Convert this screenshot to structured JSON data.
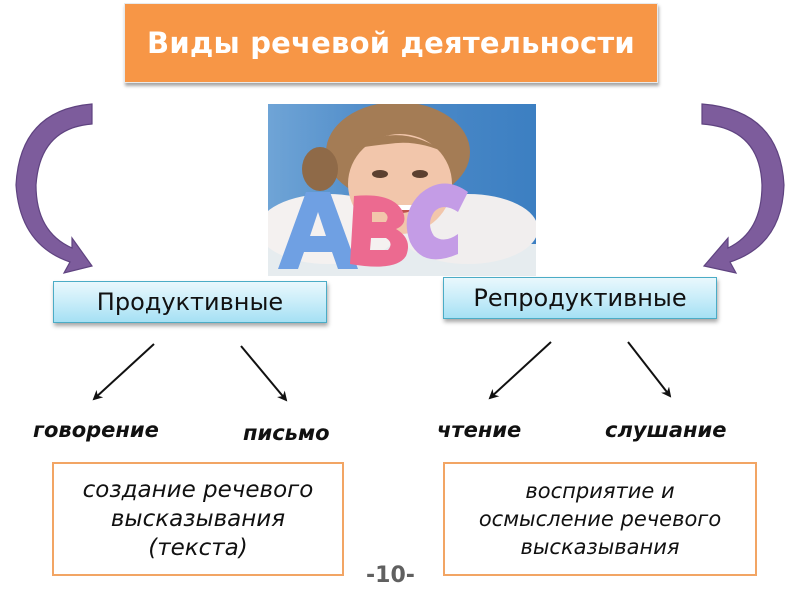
{
  "title": "Виды речевой деятельности",
  "colors": {
    "title_bg": "#f79646",
    "arrow_purple": "#7d5c9c",
    "category_border": "#4bacc6",
    "category_fill": "#b9e6f6",
    "desc_border": "#f2a564",
    "page_number": "#606060"
  },
  "image": {
    "description": "girl smiling behind foam letters ABC",
    "letters": [
      "A",
      "B",
      "C"
    ]
  },
  "categories": [
    {
      "label": "Продуктивные",
      "activities": [
        "говорение",
        "письмо"
      ],
      "description": [
        "создание речевого",
        "высказывания",
        "(текста)"
      ]
    },
    {
      "label": "Репродуктивные",
      "activities": [
        "чтение",
        "слушание"
      ],
      "description": [
        "восприятие и",
        "осмысление речевого",
        "высказывания"
      ]
    }
  ],
  "page_number": "-10-"
}
